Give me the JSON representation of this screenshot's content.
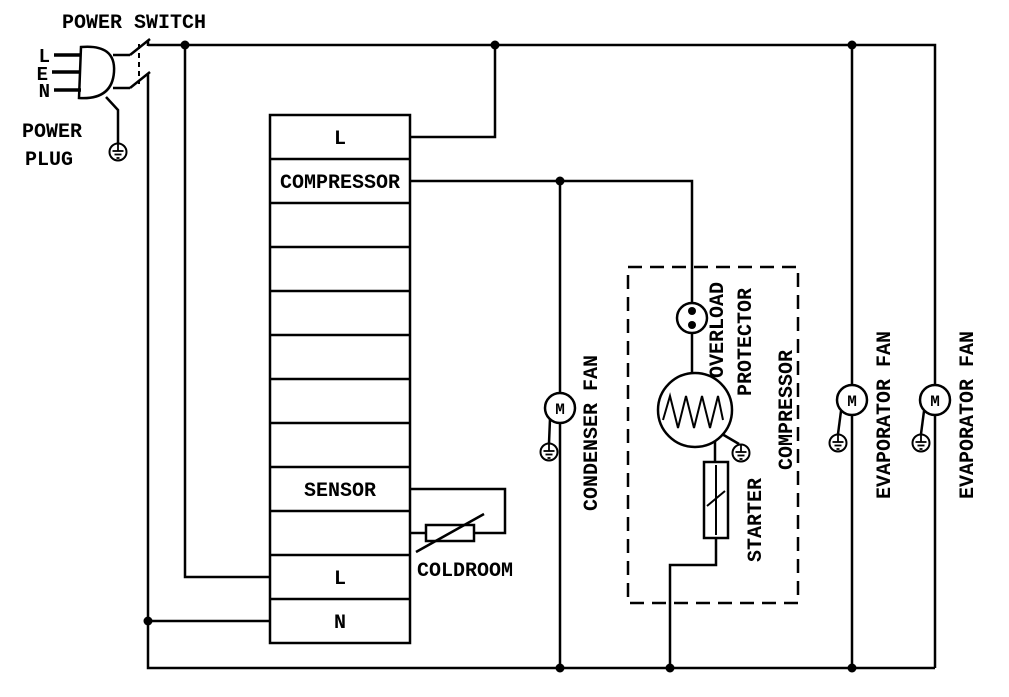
{
  "diagram": {
    "labels": {
      "power_switch": "POWER SWITCH",
      "power_plug_line1": "POWER",
      "power_plug_line2": "PLUG",
      "pin_l": "L",
      "pin_e": "E",
      "pin_n": "N",
      "coldroom": "COLDROOM",
      "condenser_fan": "CONDENSER FAN",
      "overload_line1": "OVERLOAD",
      "overload_line2": "PROTECTOR",
      "compressor_unit": "COMPRESSOR",
      "starter": "STARTER",
      "evaporator_fan_1": "EVAPORATOR FAN",
      "evaporator_fan_2": "EVAPORATOR FAN",
      "motor": "M"
    },
    "terminal_block": {
      "rows": [
        "L",
        "COMPRESSOR",
        "",
        "",
        "",
        "",
        "",
        "",
        "SENSOR",
        "",
        "L",
        "N"
      ]
    },
    "colors": {
      "line": "#000000",
      "background": "#ffffff"
    }
  }
}
